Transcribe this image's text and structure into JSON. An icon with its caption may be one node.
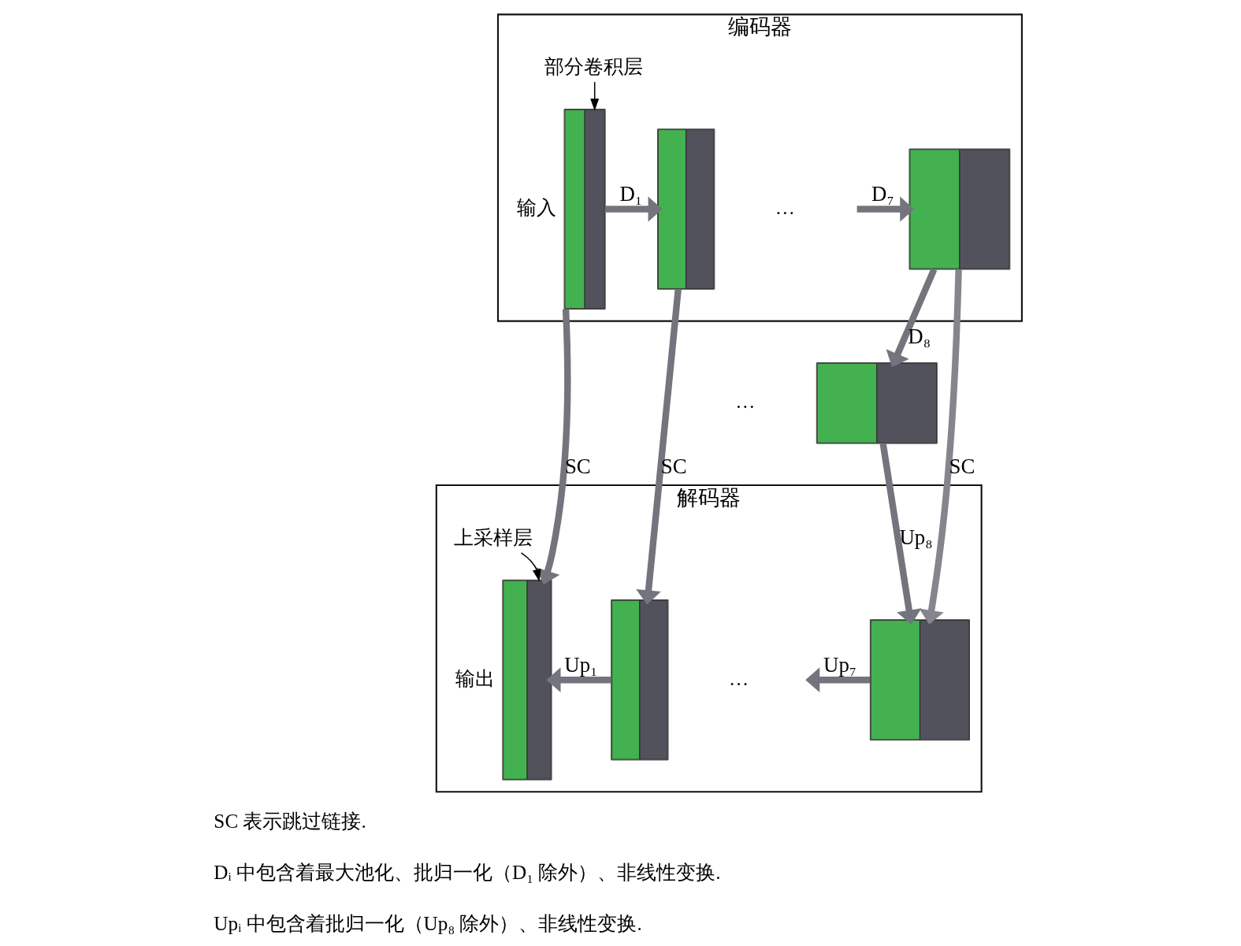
{
  "diagram": {
    "nodes": [
      {
        "text": [
          "编码器"
        ]
      },
      {
        "text": [],
        "shape": "box",
        "in": 0,
        "beside": [
          "输入"
        ]
      },
      {
        "text": [
          "部分卷积层"
        ],
        "in": 0
      },
      {
        "text": [],
        "shape": "box",
        "in": 0
      },
      {
        "text": [],
        "shape": "box",
        "in": 0
      },
      {
        "text": [],
        "shape": "box"
      },
      {
        "text": [
          "解码器"
        ]
      },
      {
        "text": [],
        "shape": "box",
        "in": 6,
        "beside": [
          "输出"
        ]
      },
      {
        "text": [
          "上采样层"
        ],
        "in": 6
      },
      {
        "text": [],
        "shape": "box",
        "in": 6
      },
      {
        "text": [],
        "shape": "box",
        "in": 6
      }
    ],
    "edges": [
      {
        "from": 2,
        "to": 1,
        "arrow": "to",
        "color": "#000000"
      },
      {
        "from": 1,
        "to": 3,
        "arrow": "to",
        "label": "D₁"
      },
      {
        "from": null,
        "to": 4,
        "arrow": "to",
        "label": "D₇"
      },
      {
        "from": 4,
        "to": 5,
        "arrow": "to",
        "label": "D₈"
      },
      {
        "from": 1,
        "to": 7,
        "arrow": "to",
        "label": "SC"
      },
      {
        "from": 3,
        "to": 9,
        "arrow": "to",
        "label": "SC"
      },
      {
        "from": 4,
        "to": 10,
        "arrow": "to",
        "label": "SC",
        "color": "#85858d"
      },
      {
        "from": 5,
        "to": 10,
        "arrow": "to",
        "label": "Up₈"
      },
      {
        "from": 10,
        "to": null,
        "arrow": "to",
        "label": "Up₇"
      },
      {
        "from": 9,
        "to": 7,
        "arrow": "to",
        "label": "Up₁"
      },
      {
        "from": 8,
        "to": 7,
        "arrow": "to",
        "color": "#000000"
      }
    ],
    "labels": [
      "…",
      "…",
      "…",
      "SC 表示跳过链接.",
      "Dᵢ 中包含着最大池化、批归一化（D₁ 除外）、非线性变换.",
      "Upᵢ 中包含着批归一化（Up₈ 除外）、非线性变换."
    ]
  }
}
